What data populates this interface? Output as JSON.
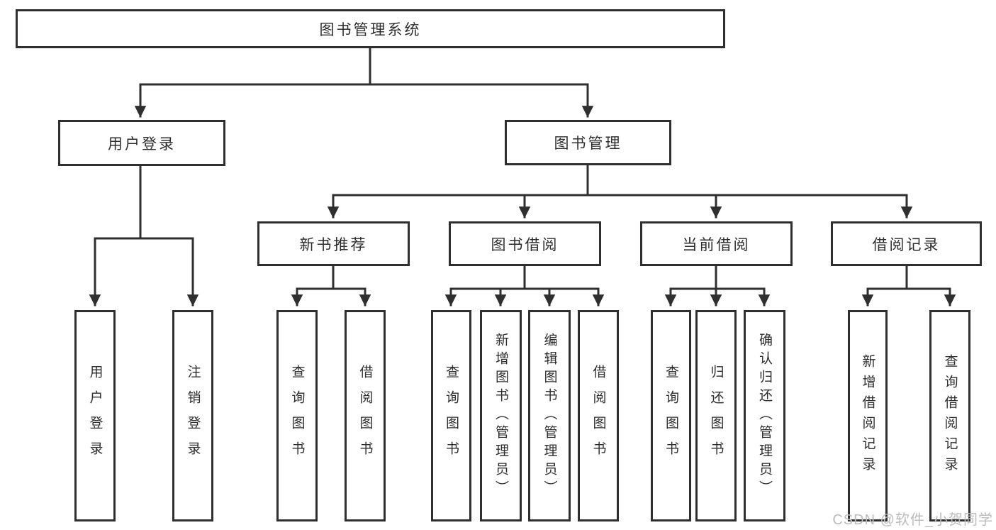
{
  "colors": {
    "line": "#333333",
    "box_border": "#2f2f2f",
    "text": "#2d2d2d",
    "watermark": "#bcbcbc",
    "background": "#ffffff"
  },
  "watermark": "CSDN @软件_小贺同学",
  "tree": {
    "root": "图书管理系统",
    "children": [
      {
        "label": "用户登录",
        "children": [
          "用户登录",
          "注销登录"
        ]
      },
      {
        "label": "图书管理",
        "children": [
          {
            "label": "新书推荐",
            "children": [
              "查询图书",
              "借阅图书"
            ]
          },
          {
            "label": "图书借阅",
            "children": [
              "查询图书",
              "新增图书（管理员）",
              "编辑图书（管理员）",
              "借阅图书"
            ]
          },
          {
            "label": "当前借阅",
            "children": [
              "查询图书",
              "归还图书",
              "确认归还（管理员）"
            ]
          },
          {
            "label": "借阅记录",
            "children": [
              "新增借阅记录",
              "查询借阅记录"
            ]
          }
        ]
      }
    ]
  }
}
